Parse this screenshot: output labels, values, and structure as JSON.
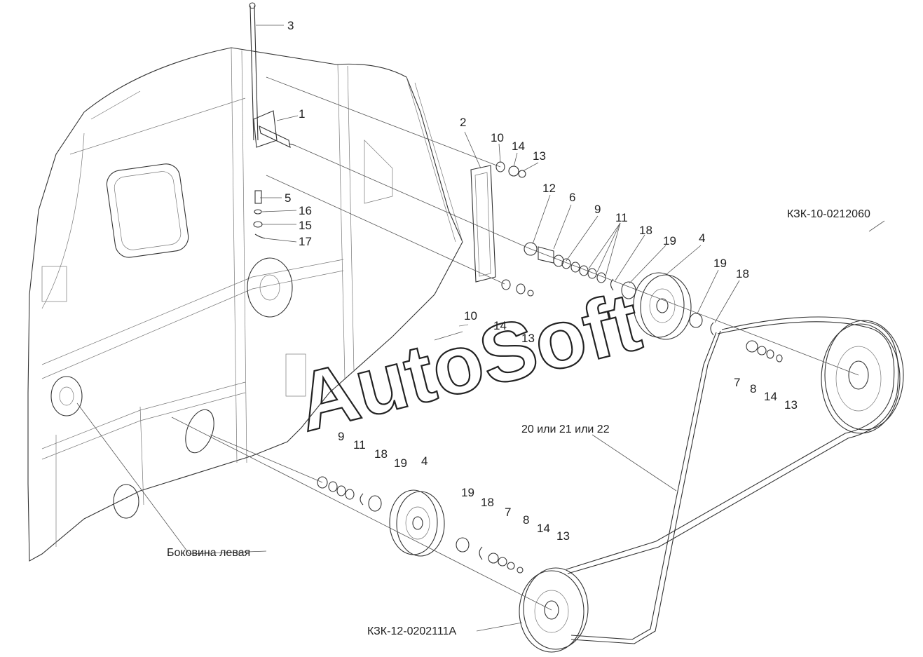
{
  "diagram": {
    "callouts": {
      "c1": "1",
      "c2": "2",
      "c3": "3",
      "c4a": "4",
      "c4b": "4",
      "c5": "5",
      "c6": "6",
      "c7a": "7",
      "c7b": "7",
      "c8a": "8",
      "c8b": "8",
      "c9a": "9",
      "c9b": "9",
      "c10a": "10",
      "c10b": "10",
      "c11a": "11",
      "c11b": "11",
      "c12": "12",
      "c13a": "13",
      "c13b": "13",
      "c13c": "13",
      "c13d": "13",
      "c14a": "14",
      "c14b": "14",
      "c14c": "14",
      "c14d": "14",
      "c15": "15",
      "c16": "16",
      "c17": "17",
      "c18a": "18",
      "c18b": "18",
      "c18c": "18",
      "c18d": "18",
      "c19a": "19",
      "c19b": "19",
      "c19c": "19",
      "c19d": "19"
    },
    "captions": {
      "pulley_right": "КЗК-10-0212060",
      "pulley_bottom": "КЗК-12-0202111А",
      "belt": "20 или 21 или 22",
      "side_panel": "Боковина левая"
    },
    "watermark": "AutoSoft"
  }
}
